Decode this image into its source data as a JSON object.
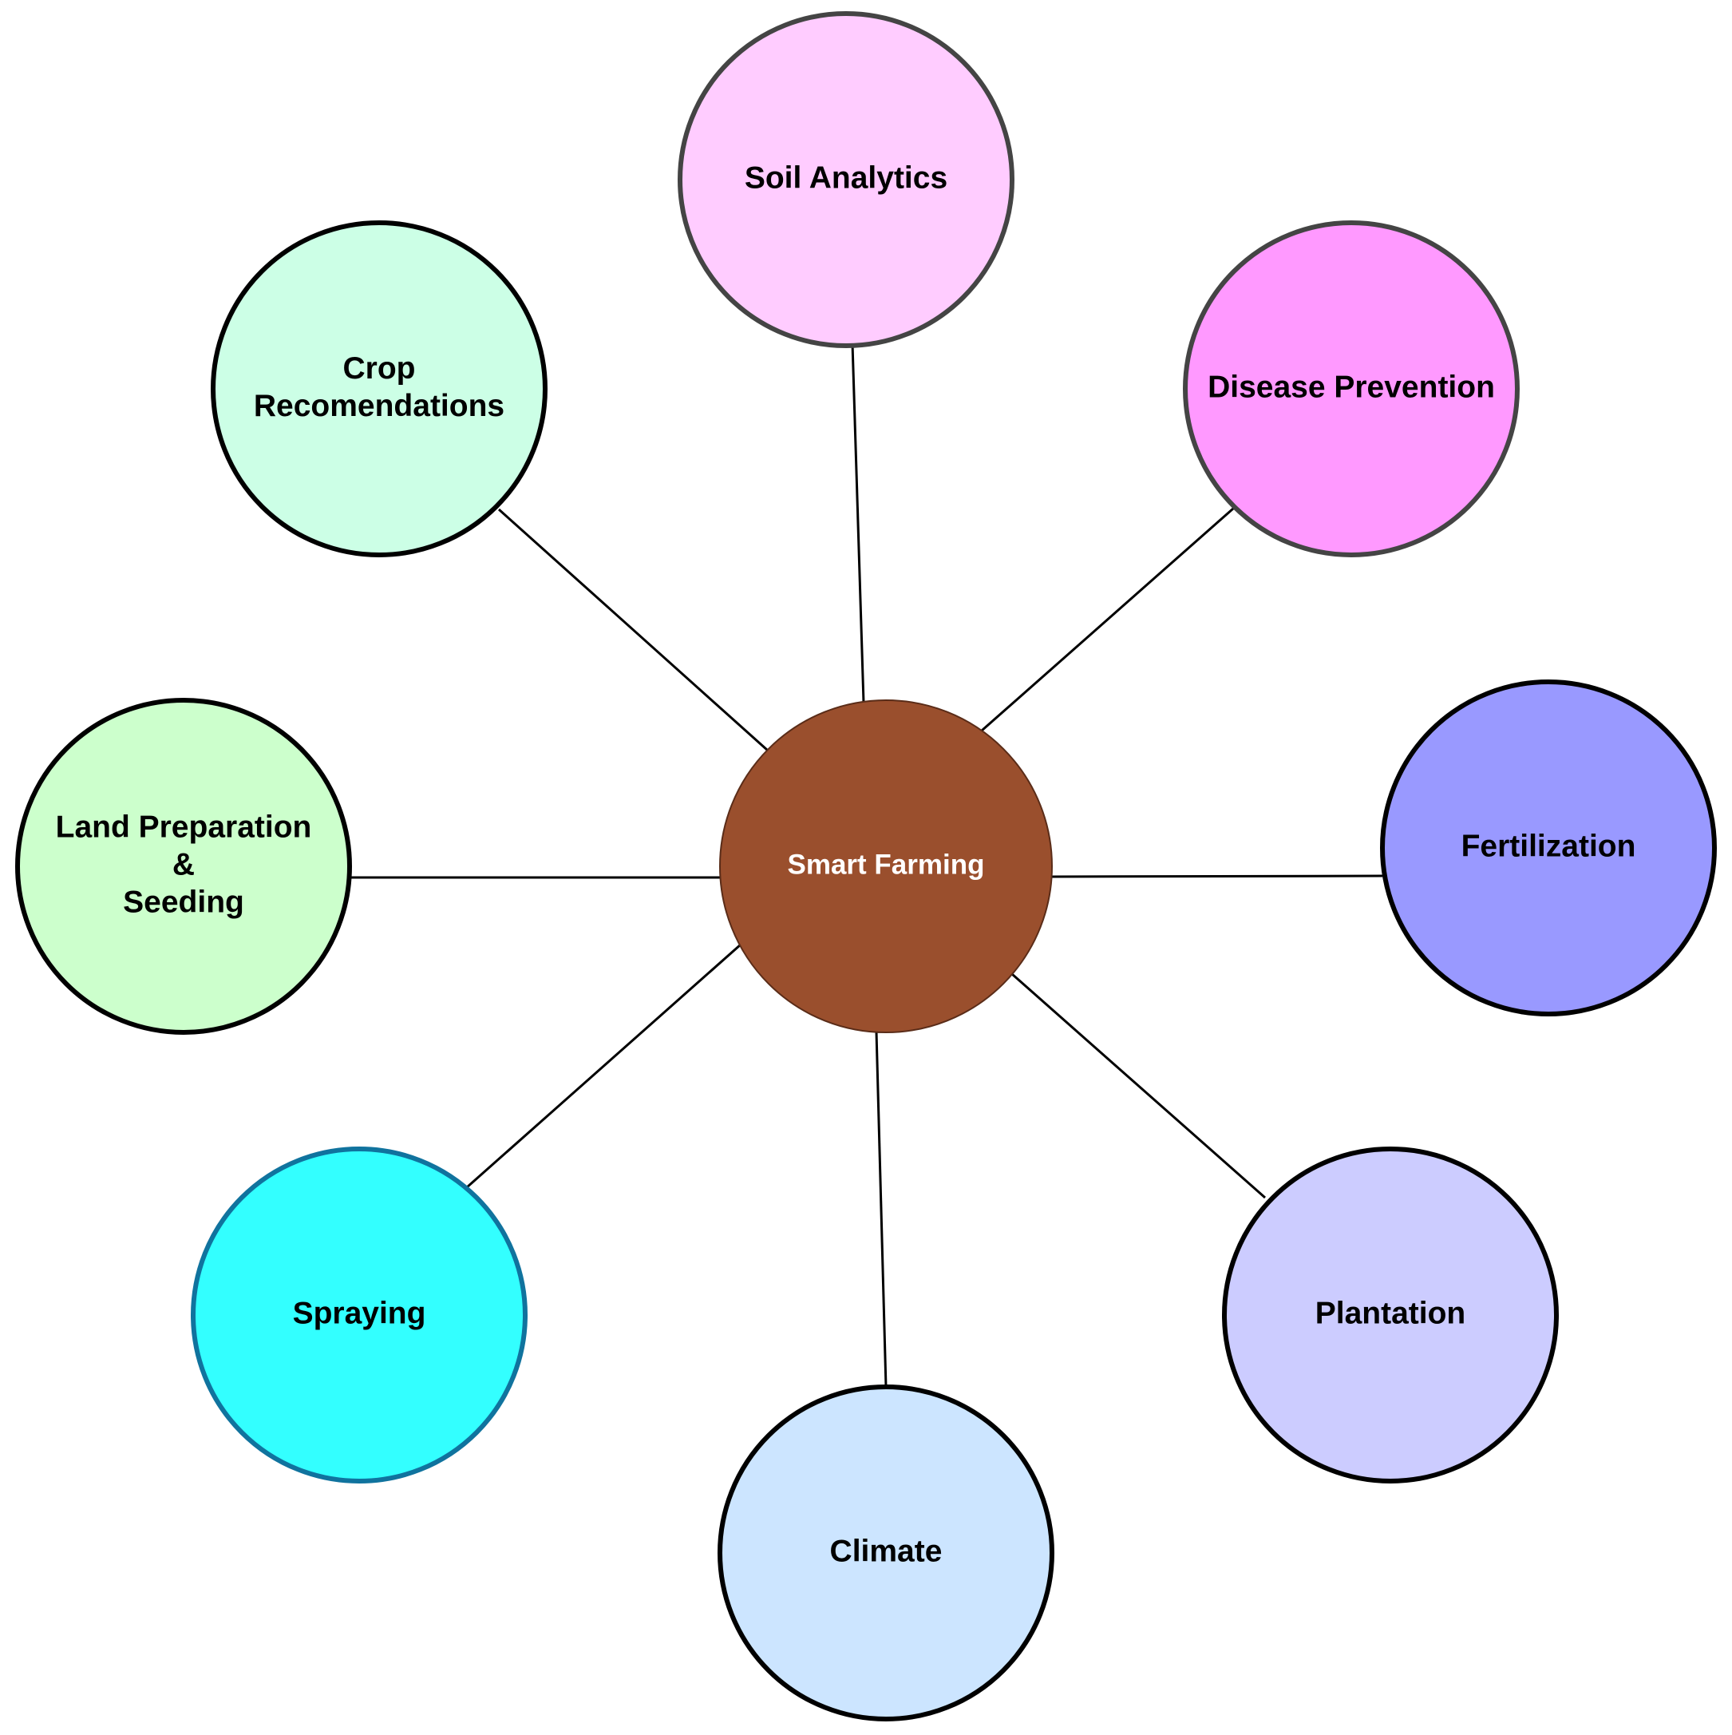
{
  "hub": {
    "label": "Smart Farming",
    "fill": "#9A4F2D",
    "stroke": "#5A2C18",
    "text_color": "#FFFFFF"
  },
  "nodes": [
    {
      "id": "soil-analytics",
      "lines": [
        "Soil Analytics"
      ],
      "fill": "#FFCCFF",
      "stroke": "#444444"
    },
    {
      "id": "disease-prevention",
      "lines": [
        "Disease Prevention"
      ],
      "fill": "#FF99FF",
      "stroke": "#444444"
    },
    {
      "id": "fertilization",
      "lines": [
        "Fertilization"
      ],
      "fill": "#9999FF",
      "stroke": "#000000"
    },
    {
      "id": "plantation",
      "lines": [
        "Plantation"
      ],
      "fill": "#CCCCFF",
      "stroke": "#000000"
    },
    {
      "id": "climate",
      "lines": [
        "Climate"
      ],
      "fill": "#CCE5FF",
      "stroke": "#000000"
    },
    {
      "id": "spraying",
      "lines": [
        "Spraying"
      ],
      "fill": "#33FFFF",
      "stroke": "#10739E"
    },
    {
      "id": "land-preparation",
      "lines": [
        "Land Preparation",
        "&",
        "Seeding"
      ],
      "fill": "#CCFFCC",
      "stroke": "#000000"
    },
    {
      "id": "crop-recommendations",
      "lines": [
        "Crop",
        "Recomendations"
      ],
      "fill": "#CCFFE6",
      "stroke": "#000000"
    }
  ]
}
